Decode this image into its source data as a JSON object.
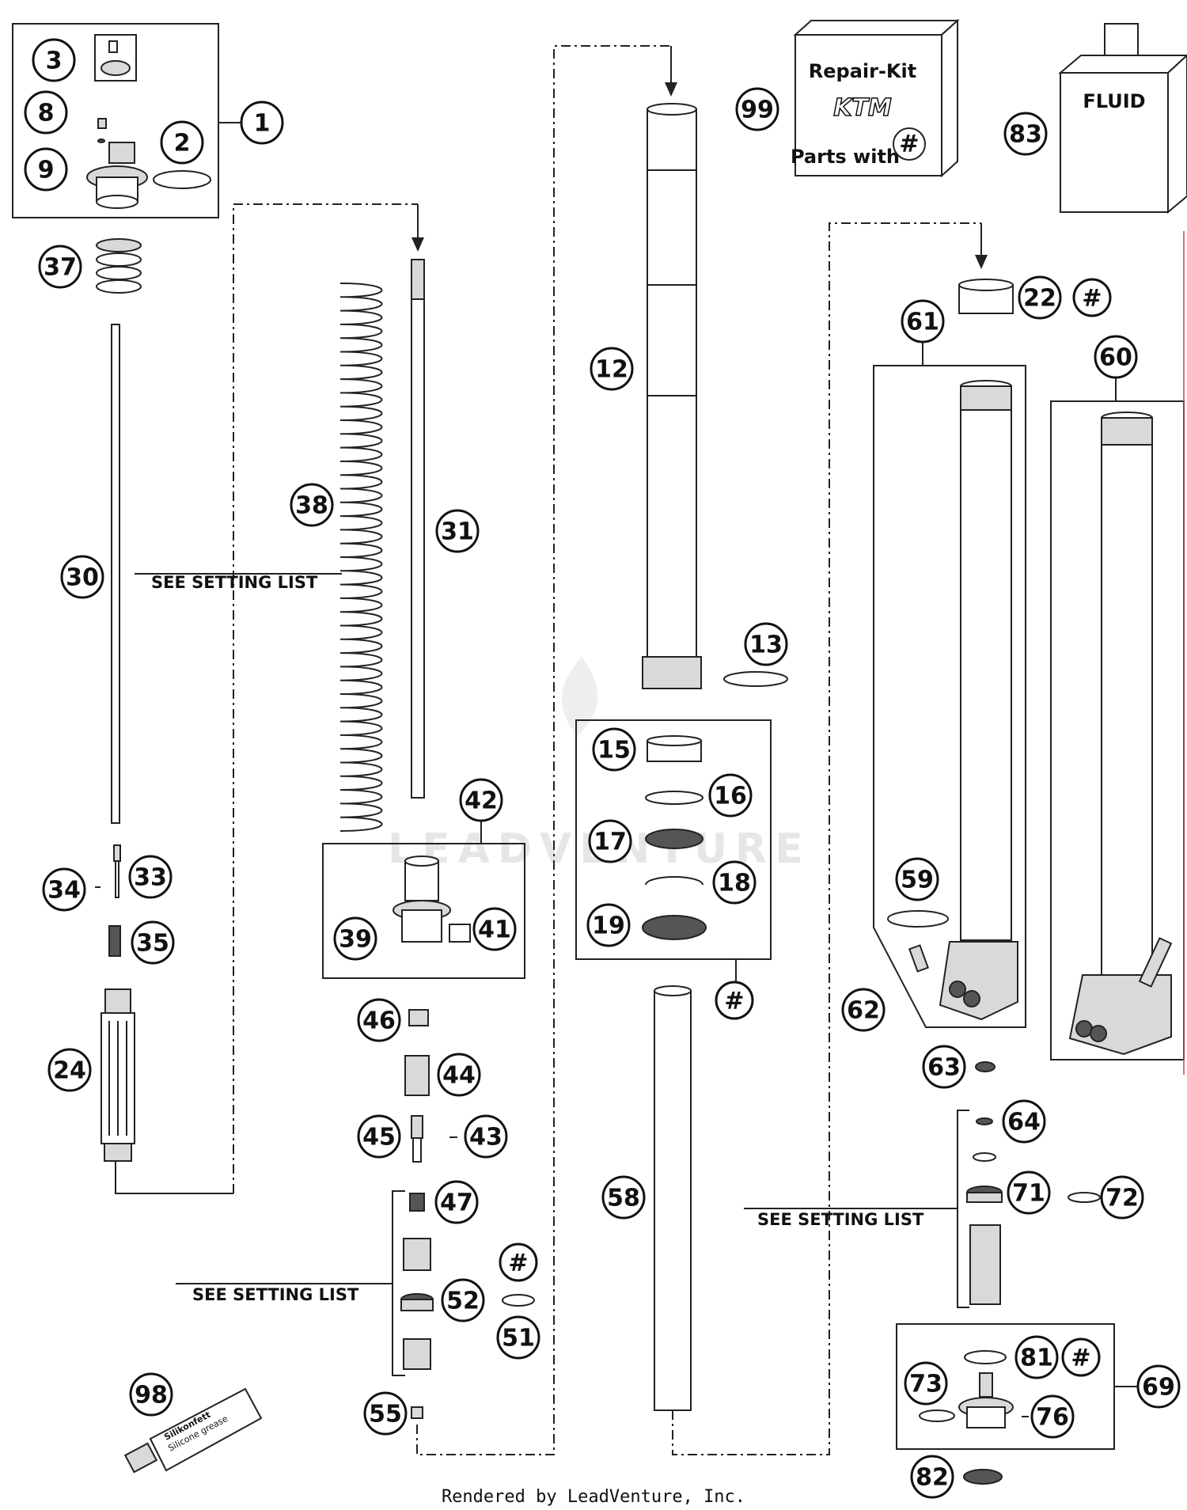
{
  "callouts": [
    {
      "id": "c1",
      "label": "1"
    },
    {
      "id": "c2",
      "label": "2"
    },
    {
      "id": "c3",
      "label": "3"
    },
    {
      "id": "c8",
      "label": "8"
    },
    {
      "id": "c9",
      "label": "9"
    },
    {
      "id": "c37",
      "label": "37"
    },
    {
      "id": "c30",
      "label": "30"
    },
    {
      "id": "c38",
      "label": "38"
    },
    {
      "id": "c31",
      "label": "31"
    },
    {
      "id": "c12",
      "label": "12"
    },
    {
      "id": "c99",
      "label": "99"
    },
    {
      "id": "c83",
      "label": "83"
    },
    {
      "id": "c22",
      "label": "22"
    },
    {
      "id": "c61",
      "label": "61"
    },
    {
      "id": "c60",
      "label": "60"
    },
    {
      "id": "c13",
      "label": "13"
    },
    {
      "id": "c15",
      "label": "15"
    },
    {
      "id": "c16",
      "label": "16"
    },
    {
      "id": "c17",
      "label": "17"
    },
    {
      "id": "c18",
      "label": "18"
    },
    {
      "id": "c19",
      "label": "19"
    },
    {
      "id": "c42",
      "label": "42"
    },
    {
      "id": "c33",
      "label": "33"
    },
    {
      "id": "c34",
      "label": "34"
    },
    {
      "id": "c35",
      "label": "35"
    },
    {
      "id": "c39",
      "label": "39"
    },
    {
      "id": "c41",
      "label": "41"
    },
    {
      "id": "c59",
      "label": "59"
    },
    {
      "id": "c62",
      "label": "62"
    },
    {
      "id": "c46",
      "label": "46"
    },
    {
      "id": "c44",
      "label": "44"
    },
    {
      "id": "c45",
      "label": "45"
    },
    {
      "id": "c43",
      "label": "43"
    },
    {
      "id": "c24",
      "label": "24"
    },
    {
      "id": "c63",
      "label": "63"
    },
    {
      "id": "c64",
      "label": "64"
    },
    {
      "id": "c71",
      "label": "71"
    },
    {
      "id": "c72",
      "label": "72"
    },
    {
      "id": "c58",
      "label": "58"
    },
    {
      "id": "c47",
      "label": "47"
    },
    {
      "id": "c52",
      "label": "52"
    },
    {
      "id": "c51",
      "label": "51"
    },
    {
      "id": "c81",
      "label": "81"
    },
    {
      "id": "c73",
      "label": "73"
    },
    {
      "id": "c69",
      "label": "69"
    },
    {
      "id": "c76",
      "label": "76"
    },
    {
      "id": "c98",
      "label": "98"
    },
    {
      "id": "c55",
      "label": "55"
    },
    {
      "id": "c82",
      "label": "82"
    },
    {
      "id": "h1",
      "label": "#"
    },
    {
      "id": "h2",
      "label": "#"
    },
    {
      "id": "h3",
      "label": "#"
    },
    {
      "id": "h4",
      "label": "#"
    },
    {
      "id": "h5",
      "label": "#"
    }
  ],
  "notes": {
    "setting_list_1": "SEE SETTING LIST",
    "setting_list_2": "SEE SETTING LIST",
    "setting_list_3": "SEE SETTING LIST"
  },
  "repair_kit": {
    "title": "Repair-Kit",
    "brand": "KTM",
    "subtitle": "Parts with",
    "mark": "#"
  },
  "fluid_label": "FLUID",
  "tube_text": {
    "line1": "Silikonfett",
    "line2": "Silicone grease"
  },
  "watermark": "LEADVENTURE",
  "footer": "Rendered by LeadVenture, Inc."
}
